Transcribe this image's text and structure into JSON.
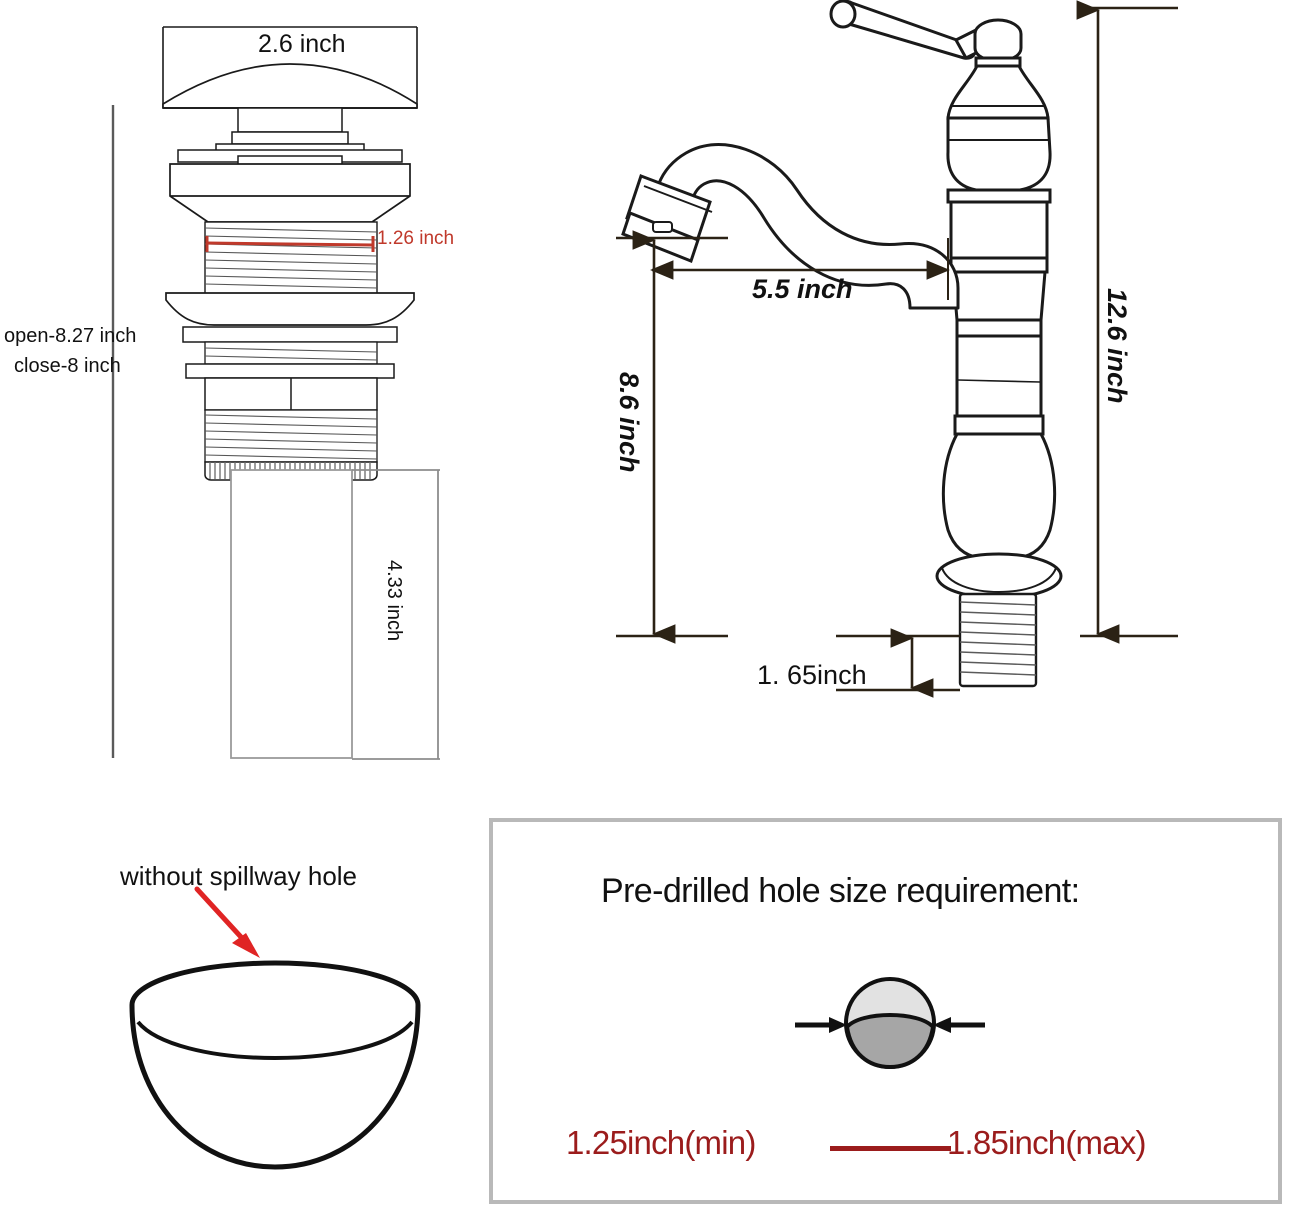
{
  "document": {
    "type": "product-dimension-diagram",
    "subject": "bathroom vessel sink faucet and pop-up drain"
  },
  "colors": {
    "line": "#1a1a1a",
    "dimension_line": "#2b2215",
    "red_accent": "#c0392b",
    "dark_red": "#9b1c1c",
    "panel_border": "#b9b9b9",
    "hole_light": "#e2e2e2",
    "hole_dark": "#a6a6a6",
    "arrow_red": "#e02424",
    "background": "#ffffff"
  },
  "drain": {
    "title": "pop-up drain assembly",
    "cap_width": "2.6 inch",
    "thread_diameter": "1.26 inch",
    "open_length": "open-8.27 inch",
    "close_length": "close-8 inch",
    "tailpiece_length": "4.33 inch"
  },
  "faucet": {
    "title": "vessel sink faucet",
    "spout_reach": "5.5 inch",
    "spout_height": "8.6 inch",
    "total_height": "12.6 inch",
    "shank_length": "1. 65inch"
  },
  "bowl": {
    "note": "without spillway hole"
  },
  "hole_panel": {
    "heading": "Pre-drilled hole size requirement:",
    "min_label": "1.25inch(min)",
    "max_label": "1.85inch(max)"
  },
  "icons": {
    "red_arrow": "arrow-pointing-down-right",
    "hole_left_arrow": "arrow-right",
    "hole_right_arrow": "arrow-left"
  }
}
